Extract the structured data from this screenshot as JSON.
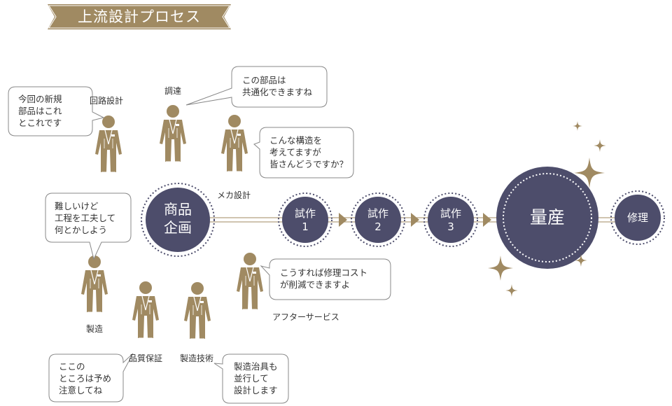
{
  "title": "上流設計プロセス",
  "colors": {
    "gold": "#a08a62",
    "navy": "#4d4d6b",
    "bubble_border": "#888888"
  },
  "stages": [
    {
      "id": "planning",
      "label": "商品\n企画"
    },
    {
      "id": "proto1",
      "label": "試作\n1"
    },
    {
      "id": "proto2",
      "label": "試作\n2"
    },
    {
      "id": "proto3",
      "label": "試作\n3"
    },
    {
      "id": "mass",
      "label": "量産"
    },
    {
      "id": "repair",
      "label": "修理"
    }
  ],
  "roles": {
    "circuit": "回路設計",
    "procurement": "調達",
    "mechanical": "メカ設計",
    "manufacturing": "製造",
    "quality": "品質保証",
    "mfg_tech": "製造技術",
    "after_service": "アフターサービス"
  },
  "bubbles": {
    "circuit": "今回の新規\n部品はこれ\nとこれです",
    "procurement": "この部品は\n共通化できますね",
    "mechanical": "こんな構造を\n考えてますが\n皆さんどうですか？",
    "manufacturing": "難しいけど\n工程を工夫して\n何とかしよう",
    "after_service": "こうすれば修理コスト\nが削減できますよ",
    "quality": "ここの\nところは予め\n注意してね",
    "mfg_tech": "製造治具も\n並行して\n設計します"
  }
}
